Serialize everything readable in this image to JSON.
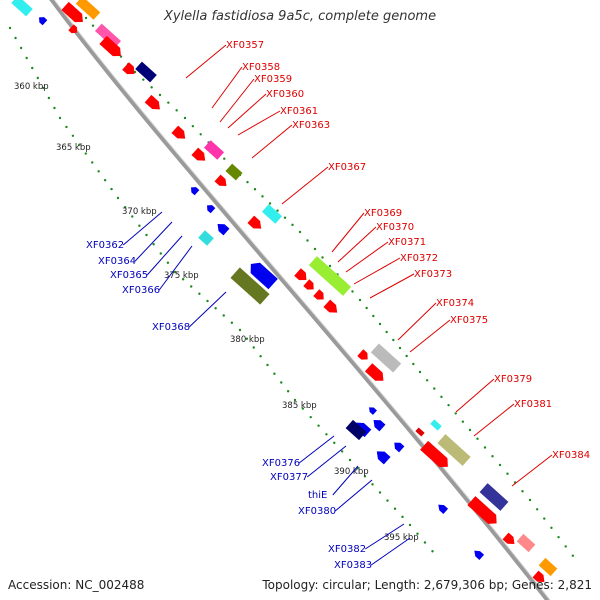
{
  "title": "Xylella fastidiosa 9a5c, complete genome",
  "accession_text": "Accession: NC_002488",
  "topology_text": "Topology: circular; Length: 2,679,306 bp; Genes: 2,821",
  "colors": {
    "forward_label": "#dd0000",
    "reverse_label": "#0000bb",
    "backbone": "#9a9a9a",
    "tick_dots": "#1e8a1e"
  },
  "kbp_labels": [
    "360 kbp",
    "365 kbp",
    "370 kbp",
    "375 kbp",
    "380 kbp",
    "385 kbp",
    "390 kbp",
    "395 kbp"
  ],
  "forward_genes": [
    "XF0357",
    "XF0358",
    "XF0359",
    "XF0360",
    "XF0361",
    "XF0363",
    "XF0367",
    "XF0369",
    "XF0370",
    "XF0371",
    "XF0372",
    "XF0373",
    "XF0374",
    "XF0375",
    "XF0379",
    "XF0381",
    "XF0384"
  ],
  "reverse_genes": [
    "XF0362",
    "XF0364",
    "XF0365",
    "XF0366",
    "XF0368",
    "XF0376",
    "XF0377",
    "thiE",
    "XF0380",
    "XF0382",
    "XF0383"
  ]
}
